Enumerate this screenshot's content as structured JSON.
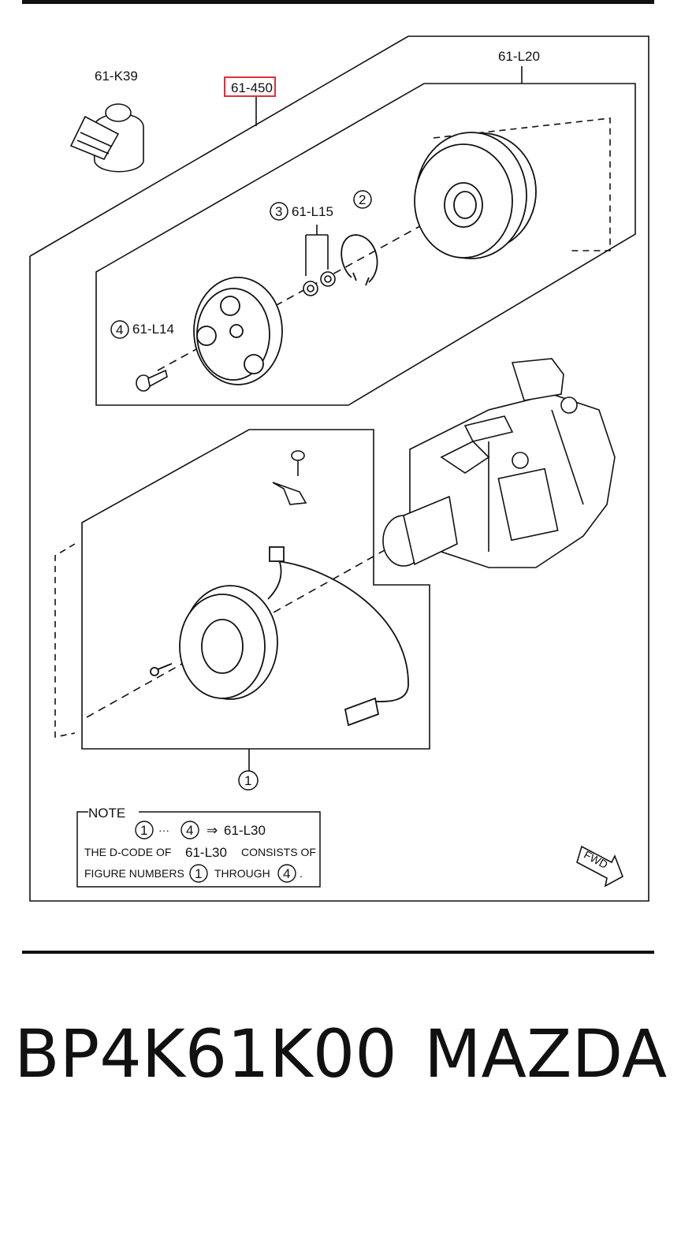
{
  "labels": {
    "k39": "61-K39",
    "code450": "61-450",
    "l20": "61-L20",
    "l15": "61-L15",
    "l14": "61-L14",
    "n1": "1",
    "n2": "2",
    "n3": "3",
    "n4": "4"
  },
  "note": {
    "title": "NOTE",
    "line1_from": "1",
    "line1_dots": "···",
    "line1_to": "4",
    "line1_arrow": "⇒",
    "line1_code": "61-L30",
    "line2_a": "THE D-CODE OF",
    "line2_code": "61-L30",
    "line2_b": "CONSISTS OF",
    "line3_a": "FIGURE NUMBERS",
    "line3_from": "1",
    "line3_b": "THROUGH",
    "line3_to": "4",
    "line3_end": "."
  },
  "fwd": "FWD",
  "footer": {
    "part_number": "BP4K61K00",
    "brand": "MAZDA"
  },
  "colors": {
    "highlight": "#e0303a",
    "line": "#111111"
  }
}
